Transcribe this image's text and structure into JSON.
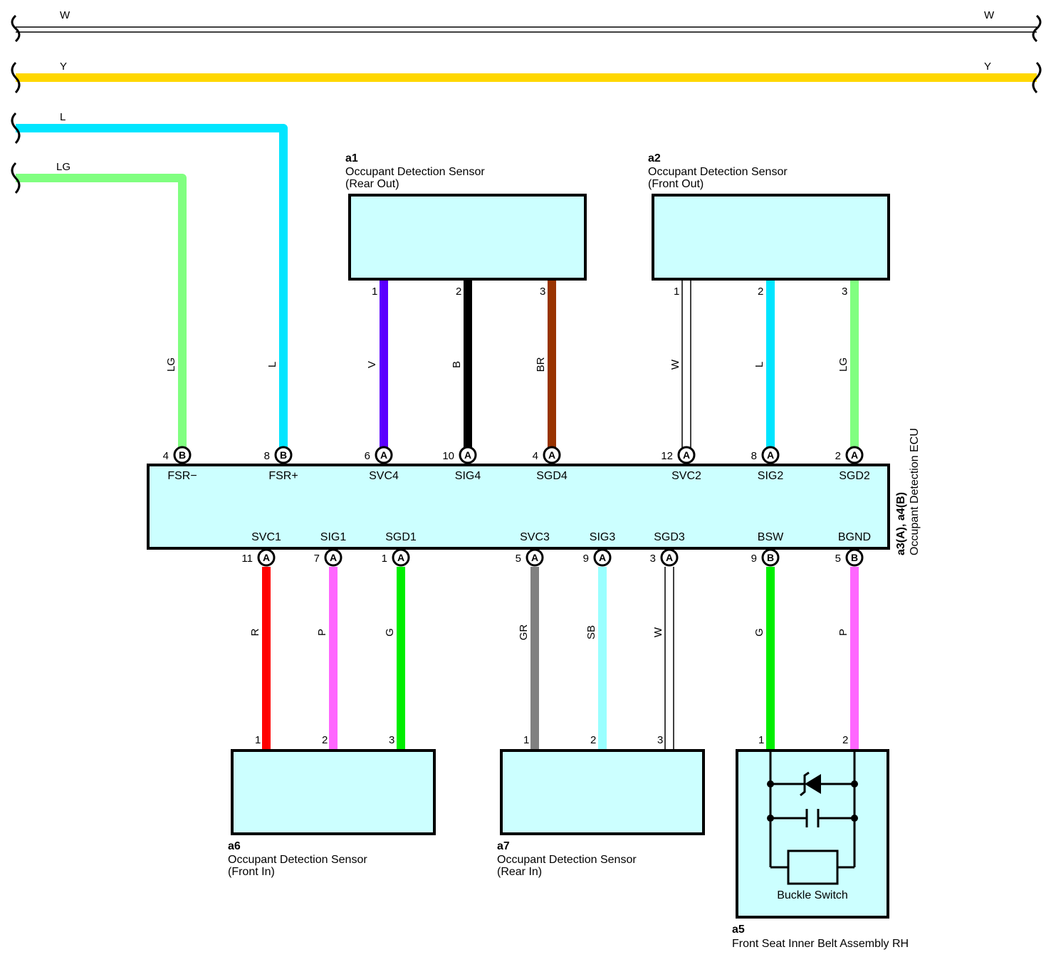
{
  "bus_lines": [
    {
      "color_code": "W",
      "hex": "#ffffff"
    },
    {
      "color_code": "Y",
      "hex": "#ffd700"
    }
  ],
  "left_wires": [
    {
      "color_code": "L",
      "hex": "#00e5ff"
    },
    {
      "color_code": "LG",
      "hex": "#80ff80"
    }
  ],
  "ecu": {
    "id": "a3(A), a4(B)",
    "name": "Occupant Detection ECU",
    "top_pins": [
      {
        "num": "4",
        "conn": "B",
        "signal": "FSR−",
        "wire": "LG",
        "hex": "#80ff80"
      },
      {
        "num": "8",
        "conn": "B",
        "signal": "FSR+",
        "wire": "L",
        "hex": "#00e5ff"
      },
      {
        "num": "6",
        "conn": "A",
        "signal": "SVC4",
        "wire": "V",
        "hex": "#5a00ff"
      },
      {
        "num": "10",
        "conn": "A",
        "signal": "SIG4",
        "wire": "B",
        "hex": "#000000"
      },
      {
        "num": "4",
        "conn": "A",
        "signal": "SGD4",
        "wire": "BR",
        "hex": "#993300"
      },
      {
        "num": "12",
        "conn": "A",
        "signal": "SVC2",
        "wire": "W",
        "hex": "#ffffff"
      },
      {
        "num": "8",
        "conn": "A",
        "signal": "SIG2",
        "wire": "L",
        "hex": "#00e5ff"
      },
      {
        "num": "2",
        "conn": "A",
        "signal": "SGD2",
        "wire": "LG",
        "hex": "#80ff80"
      }
    ],
    "bottom_pins": [
      {
        "num": "11",
        "conn": "A",
        "signal": "SVC1",
        "wire": "R",
        "hex": "#ff0000"
      },
      {
        "num": "7",
        "conn": "A",
        "signal": "SIG1",
        "wire": "P",
        "hex": "#ff66ff"
      },
      {
        "num": "1",
        "conn": "A",
        "signal": "SGD1",
        "wire": "G",
        "hex": "#00ee00"
      },
      {
        "num": "5",
        "conn": "A",
        "signal": "SVC3",
        "wire": "GR",
        "hex": "#808080"
      },
      {
        "num": "9",
        "conn": "A",
        "signal": "SIG3",
        "wire": "SB",
        "hex": "#99ffff"
      },
      {
        "num": "3",
        "conn": "A",
        "signal": "SGD3",
        "wire": "W",
        "hex": "#ffffff"
      },
      {
        "num": "9",
        "conn": "B",
        "signal": "BSW",
        "wire": "G",
        "hex": "#00ee00"
      },
      {
        "num": "5",
        "conn": "B",
        "signal": "BGND",
        "wire": "P",
        "hex": "#ff66ff"
      }
    ]
  },
  "components": {
    "a1": {
      "id": "a1",
      "line1": "Occupant Detection Sensor",
      "line2": "(Rear Out)",
      "pins": [
        "1",
        "2",
        "3"
      ]
    },
    "a2": {
      "id": "a2",
      "line1": "Occupant Detection Sensor",
      "line2": "(Front Out)",
      "pins": [
        "1",
        "2",
        "3"
      ]
    },
    "a6": {
      "id": "a6",
      "line1": "Occupant Detection Sensor",
      "line2": "(Front In)",
      "pins": [
        "1",
        "2",
        "3"
      ]
    },
    "a7": {
      "id": "a7",
      "line1": "Occupant Detection Sensor",
      "line2": "(Rear In)",
      "pins": [
        "1",
        "2",
        "3"
      ]
    },
    "a5": {
      "id": "a5",
      "line1": "Front Seat Inner Belt Assembly RH",
      "pins": [
        "1",
        "2"
      ],
      "inner_label": "Buckle Switch"
    }
  }
}
